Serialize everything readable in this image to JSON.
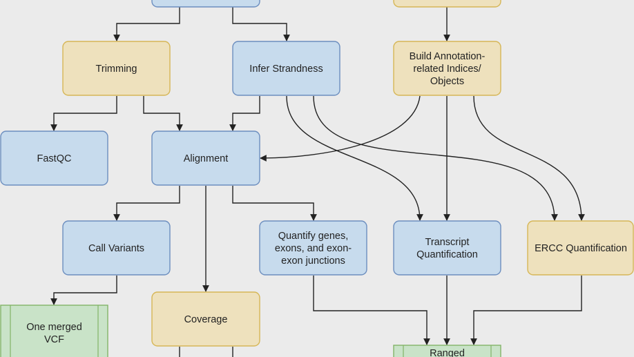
{
  "colors": {
    "background": "#ebebeb",
    "blue_fill": "#c7dbed",
    "blue_stroke": "#6c8ebf",
    "tan_fill": "#eee1bd",
    "tan_stroke": "#d6b656",
    "green_fill": "#c9e3c8",
    "green_stroke": "#82b366",
    "line": "#222222"
  },
  "nodes": {
    "top_left": {
      "lines": []
    },
    "top_right": {
      "lines": []
    },
    "trimming": {
      "lines": [
        "Trimming"
      ]
    },
    "infer_strandness": {
      "lines": [
        "Infer Strandness"
      ]
    },
    "build_annotation": {
      "lines": [
        "Build Annotation-",
        "related Indices/",
        "Objects"
      ]
    },
    "fastqc": {
      "lines": [
        "FastQC"
      ]
    },
    "alignment": {
      "lines": [
        "Alignment"
      ]
    },
    "call_variants": {
      "lines": [
        "Call Variants"
      ]
    },
    "quantify_genes": {
      "lines": [
        "Quantify genes,",
        "exons, and exon-",
        "exon junctions"
      ]
    },
    "transcript_quant": {
      "lines": [
        "Transcript",
        "Quantification"
      ]
    },
    "ercc_quant": {
      "lines": [
        "ERCC Quantification"
      ]
    },
    "one_merged_vcf": {
      "lines": [
        "One merged",
        "VCF"
      ]
    },
    "coverage": {
      "lines": [
        "Coverage"
      ]
    },
    "ranged": {
      "lines": [
        "Ranged"
      ]
    }
  }
}
